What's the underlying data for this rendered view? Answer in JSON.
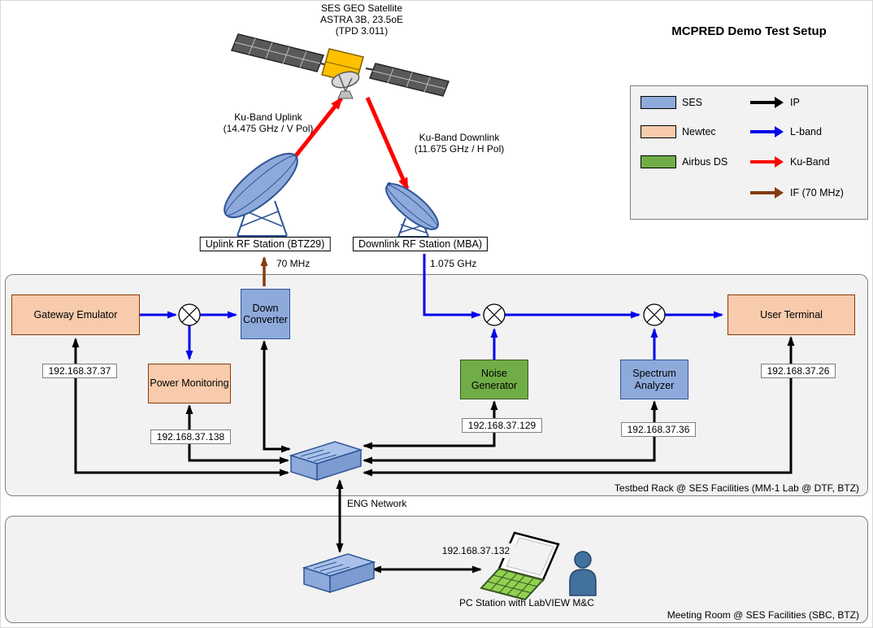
{
  "title": "MCPRED Demo Test Setup",
  "satellite": {
    "line1": "SES GEO Satellite",
    "line2": "ASTRA 3B, 23.5oE",
    "line3": "(TPD 3.011)"
  },
  "links": {
    "uplink_name": "Ku-Band Uplink",
    "uplink_detail": "(14.475 GHz / V Pol)",
    "downlink_name": "Ku-Band Downlink",
    "downlink_detail": "(11.675 GHz / H Pol)",
    "if_freq": "70 MHz",
    "lband_freq": "1.075 GHz",
    "eng_network": "ENG Network"
  },
  "stations": {
    "uplink": "Uplink RF Station (BTZ29)",
    "downlink": "Downlink RF Station (MBA)"
  },
  "legend": {
    "colors": [
      {
        "label": "SES",
        "hex": "#8EAADB"
      },
      {
        "label": "Newtec",
        "hex": "#F8CBAD"
      },
      {
        "label": "Airbus DS",
        "hex": "#70AD47"
      }
    ],
    "lines": [
      {
        "label": "IP",
        "hex": "#000000"
      },
      {
        "label": "L-band",
        "hex": "#0000EE"
      },
      {
        "label": "Ku-Band",
        "hex": "#FF0000"
      },
      {
        "label": "IF (70 MHz)",
        "hex": "#843C0C"
      }
    ]
  },
  "testbed": {
    "caption": "Testbed Rack @ SES Facilities (MM-1 Lab @ DTF, BTZ)",
    "nodes": {
      "gateway": "Gateway Emulator",
      "down_converter": "Down Converter",
      "power_monitoring": "Power Monitoring",
      "noise_generator": "Noise Generator",
      "spectrum_analyzer": "Spectrum Analyzer",
      "user_terminal": "User Terminal"
    },
    "ips": {
      "gateway": "192.168.37.37",
      "power_monitoring": "192.168.37.138",
      "noise_generator": "192.168.37.129",
      "spectrum_analyzer": "192.168.37.36",
      "user_terminal": "192.168.37.26"
    }
  },
  "meeting_room": {
    "caption": "Meeting Room @ SES Facilities (SBC, BTZ)",
    "pc_ip": "192.168.37.132",
    "pc_label": "PC Station with LabVIEW M&C"
  }
}
